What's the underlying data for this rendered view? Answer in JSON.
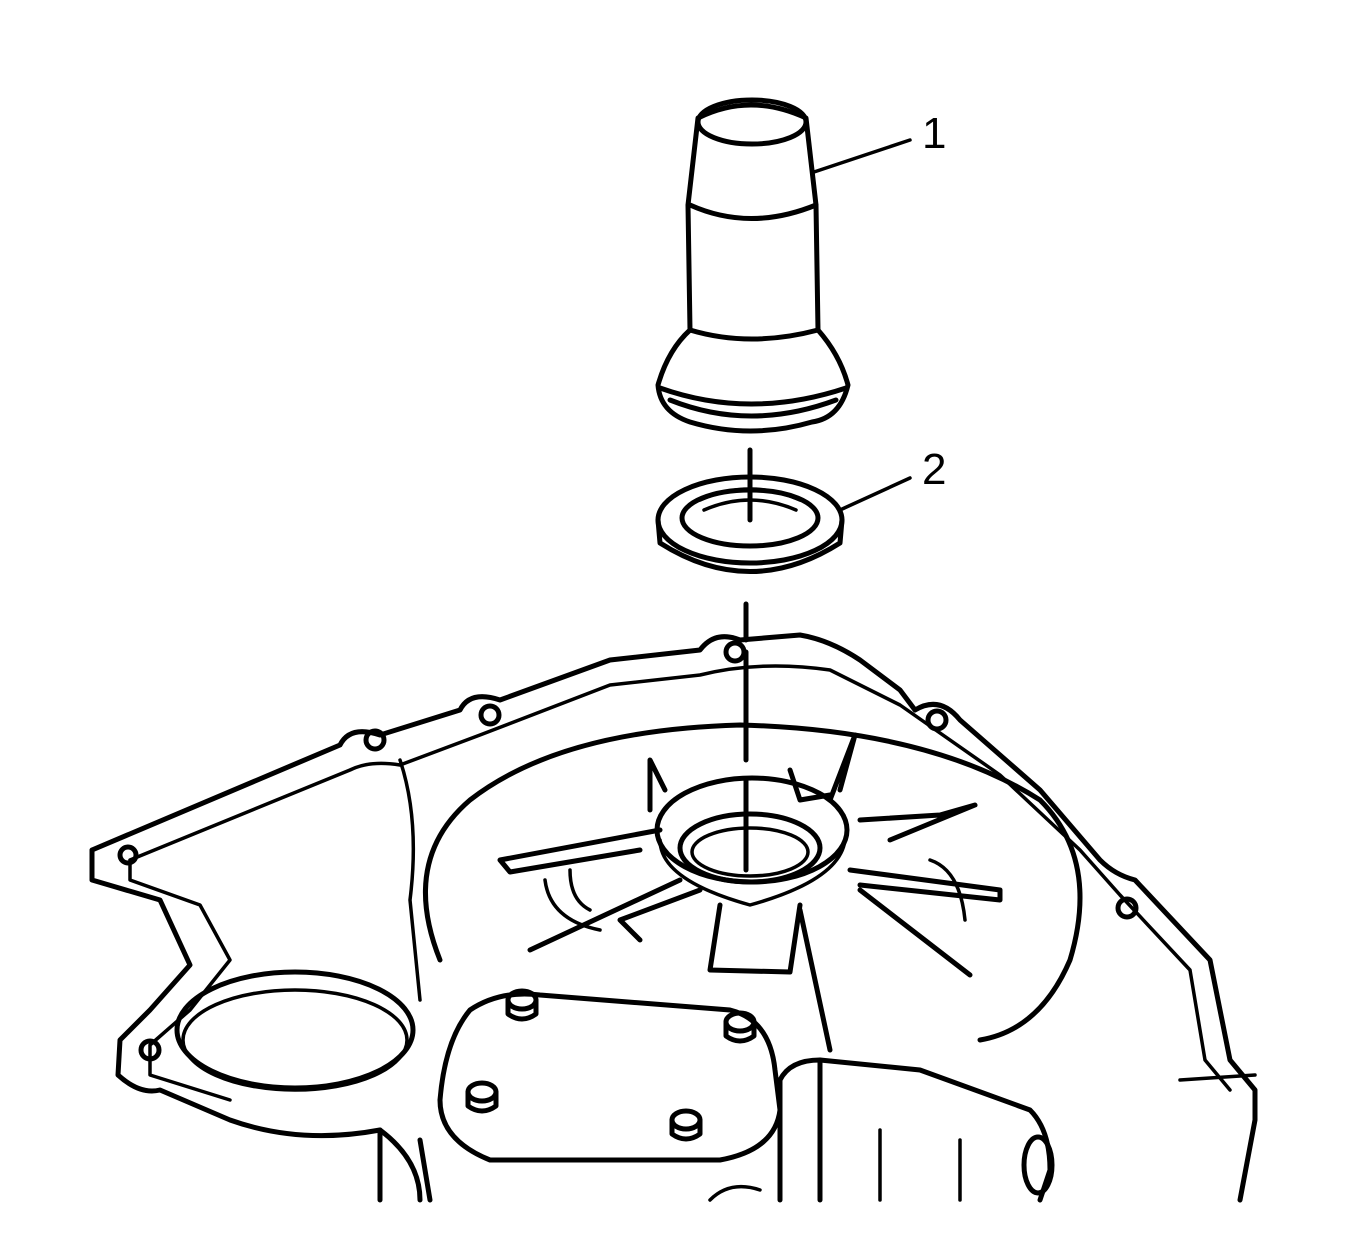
{
  "callouts": [
    {
      "id": "1",
      "label": "1",
      "part": "installer-tool"
    },
    {
      "id": "2",
      "label": "2",
      "part": "seal-ring"
    }
  ]
}
